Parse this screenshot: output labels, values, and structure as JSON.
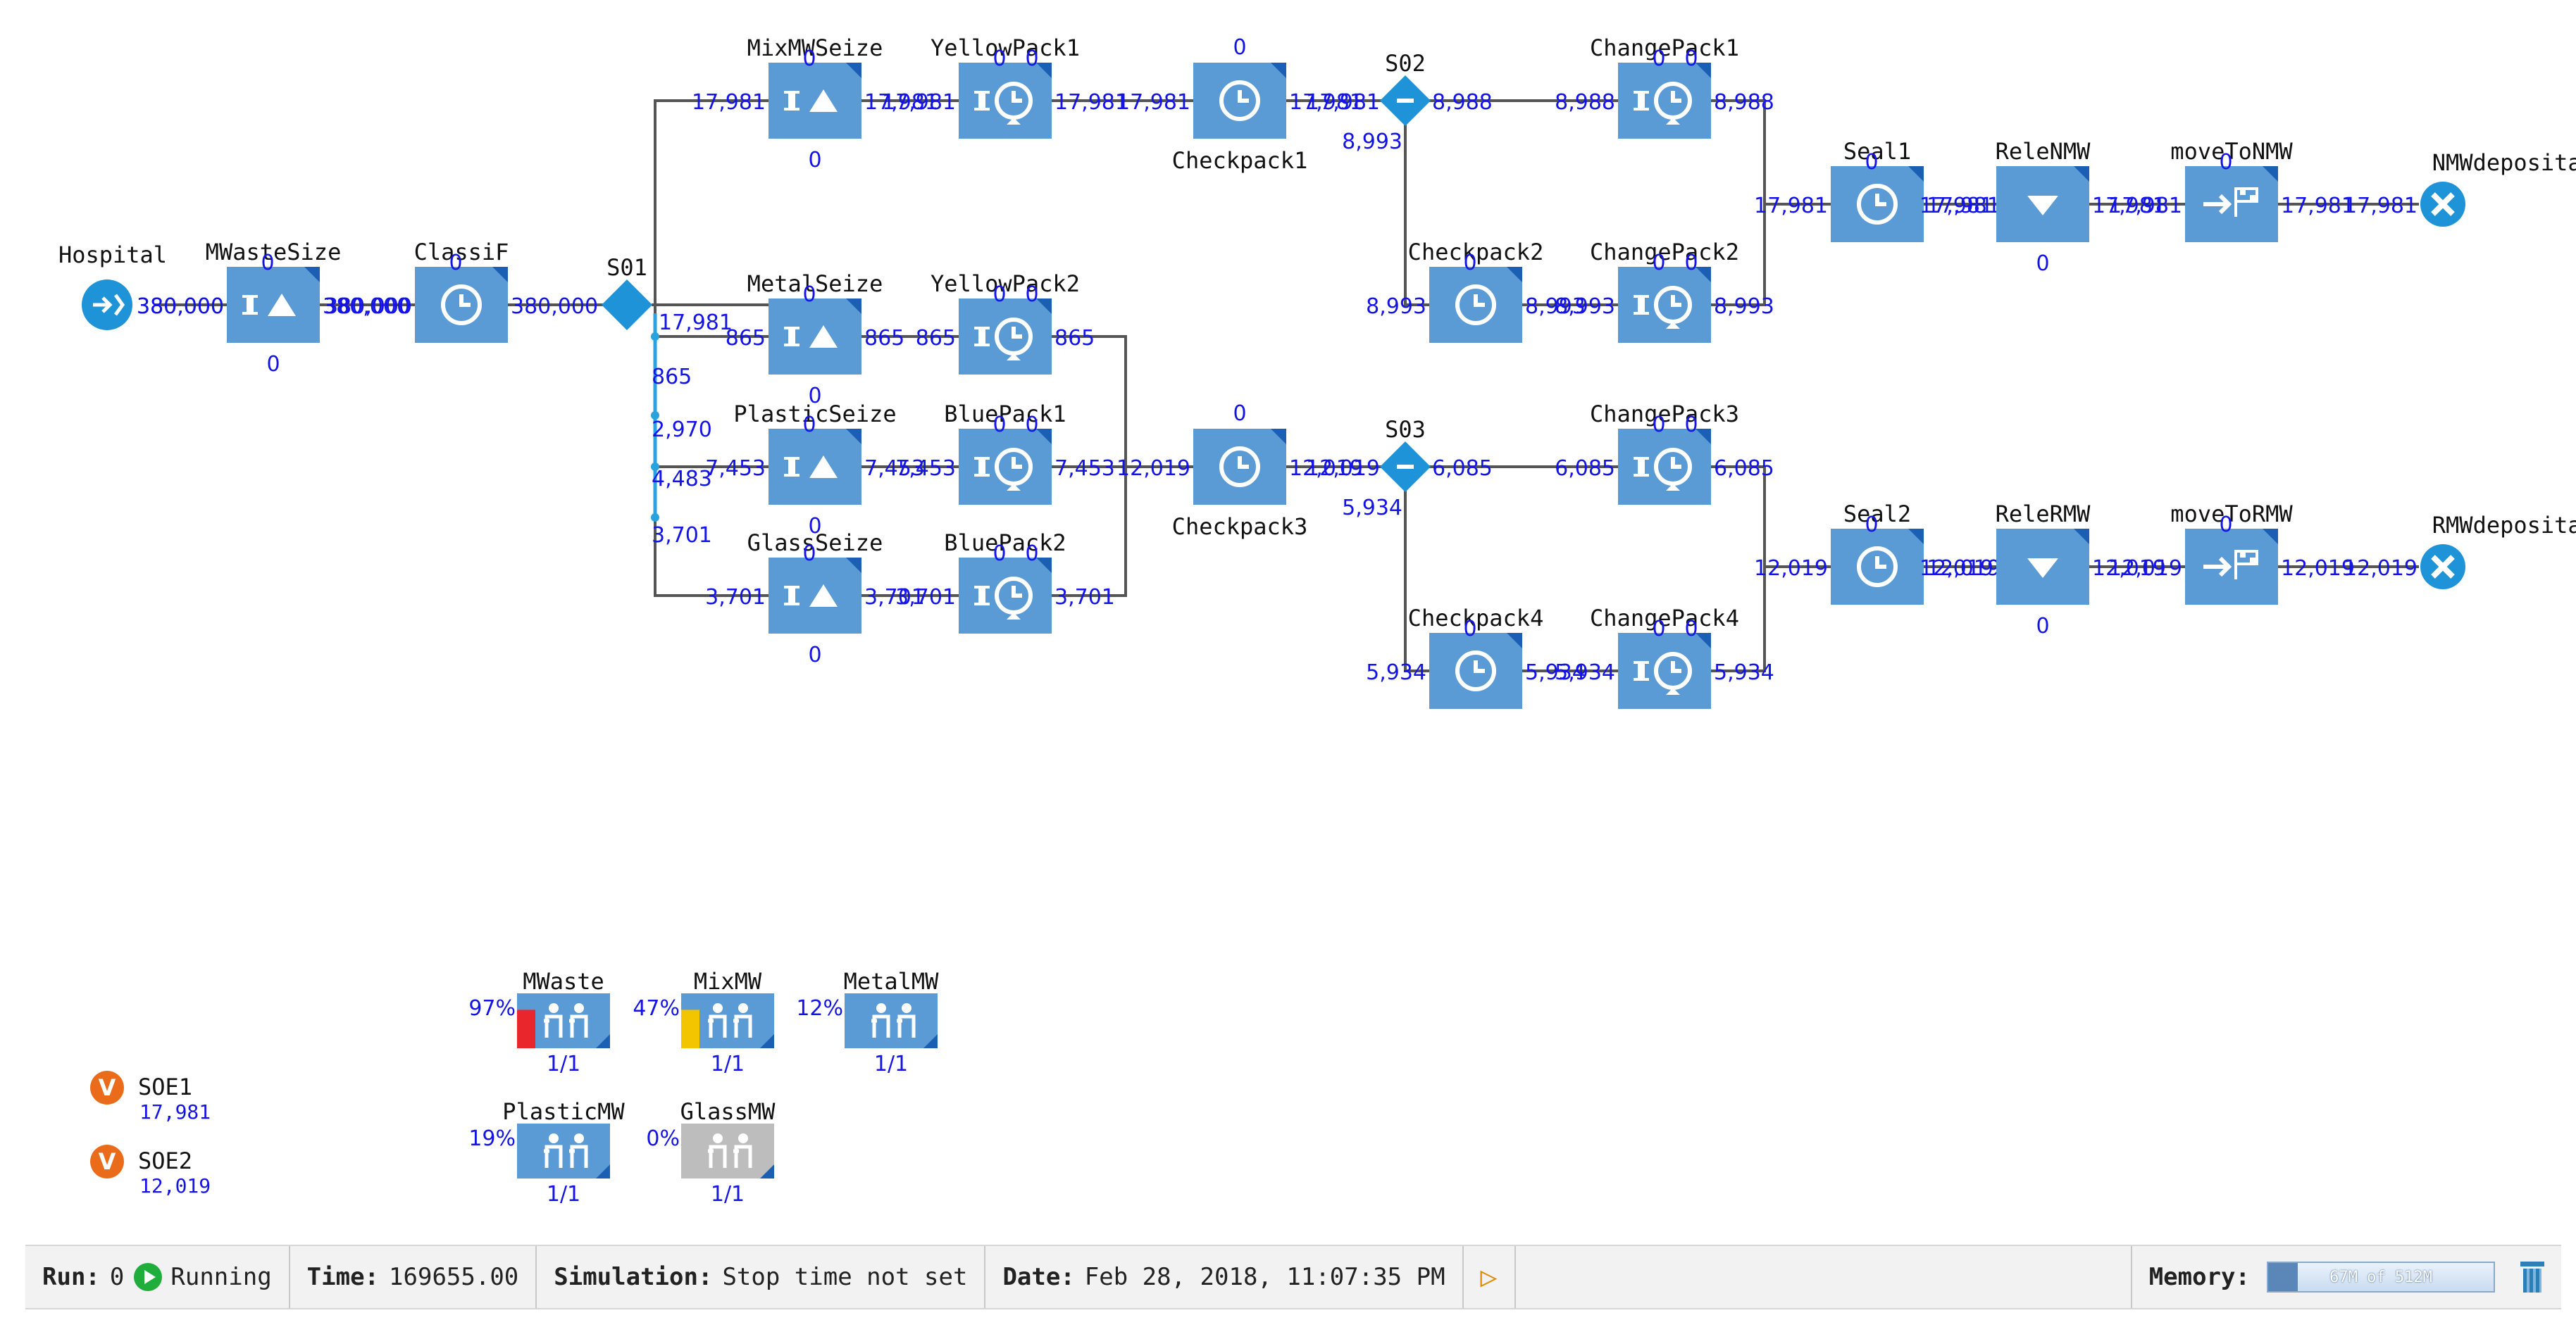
{
  "colors": {
    "block": "#5b9bd5",
    "connector": "#555555",
    "count": "#1414e6",
    "statusbar": "#f2f2f2"
  },
  "blocks": [
    {
      "id": "hospital",
      "name": "Hospital",
      "type": "source",
      "icon": "source-icon",
      "counts": [
        {
          "t": "380,000",
          "p": "r"
        }
      ]
    },
    {
      "id": "mwastesize",
      "name": "MWasteSize",
      "type": "seize",
      "icon": "seize-icon",
      "counts": [
        {
          "t": "380,000",
          "p": "l"
        },
        {
          "t": "380,000",
          "p": "r"
        },
        {
          "t": "0",
          "p": "b"
        },
        {
          "t": "0",
          "p": "n"
        }
      ]
    },
    {
      "id": "classif",
      "name": "ClassiF",
      "type": "delay",
      "icon": "clock-icon",
      "counts": [
        {
          "t": "380,000",
          "p": "l"
        },
        {
          "t": "380,000",
          "p": "r"
        },
        {
          "t": "0",
          "p": "n"
        }
      ]
    },
    {
      "id": "s01",
      "name": "S01",
      "type": "select",
      "icon": "select-diamond-icon",
      "counts": []
    },
    {
      "id": "mixmwseize",
      "name": "MixMWSeize",
      "type": "seize",
      "icon": "seize-icon",
      "counts": [
        {
          "t": "17,981",
          "p": "l"
        },
        {
          "t": "17,981",
          "p": "r"
        },
        {
          "t": "0",
          "p": "b"
        },
        {
          "t": "0",
          "p": "n"
        }
      ]
    },
    {
      "id": "yellowpack1",
      "name": "YellowPack1",
      "type": "delay-pack",
      "icon": "pack-clock-icon",
      "counts": [
        {
          "t": "17,981",
          "p": "l"
        },
        {
          "t": "17,981",
          "p": "r"
        },
        {
          "t": "0",
          "p": "n"
        },
        {
          "t": "0",
          "p": "n2"
        }
      ]
    },
    {
      "id": "checkpack1",
      "name": "Checkpack1",
      "type": "delay",
      "icon": "clock-icon",
      "counts": [
        {
          "t": "17,981",
          "p": "l"
        },
        {
          "t": "17,981",
          "p": "r"
        },
        {
          "t": "0",
          "p": "t"
        }
      ]
    },
    {
      "id": "s02",
      "name": "S02",
      "type": "select",
      "icon": "select-diamond-icon",
      "counts": [
        {
          "t": "17,981",
          "p": "l"
        },
        {
          "t": "8,988",
          "p": "r"
        },
        {
          "t": "8,993",
          "p": "b"
        }
      ]
    },
    {
      "id": "changepack1",
      "name": "ChangePack1",
      "type": "delay-pack",
      "icon": "pack-clock-icon",
      "counts": [
        {
          "t": "8,988",
          "p": "l"
        },
        {
          "t": "8,988",
          "p": "r"
        },
        {
          "t": "0",
          "p": "n"
        },
        {
          "t": "0",
          "p": "n2"
        }
      ]
    },
    {
      "id": "checkpack2",
      "name": "Checkpack2",
      "type": "delay",
      "icon": "clock-icon",
      "counts": [
        {
          "t": "8,993",
          "p": "l"
        },
        {
          "t": "8,993",
          "p": "r"
        },
        {
          "t": "0",
          "p": "n"
        }
      ]
    },
    {
      "id": "changepack2",
      "name": "ChangePack2",
      "type": "delay-pack",
      "icon": "pack-clock-icon",
      "counts": [
        {
          "t": "8,993",
          "p": "l"
        },
        {
          "t": "8,993",
          "p": "r"
        },
        {
          "t": "0",
          "p": "n"
        },
        {
          "t": "0",
          "p": "n2"
        }
      ]
    },
    {
      "id": "seal1",
      "name": "Seal1",
      "type": "delay",
      "icon": "clock-icon",
      "counts": [
        {
          "t": "17,981",
          "p": "l"
        },
        {
          "t": "17,981",
          "p": "r"
        },
        {
          "t": "0",
          "p": "n"
        }
      ]
    },
    {
      "id": "relenmw",
      "name": "ReleNMW",
      "type": "release",
      "icon": "release-icon",
      "counts": [
        {
          "t": "17,981",
          "p": "l"
        },
        {
          "t": "17,981",
          "p": "r"
        },
        {
          "t": "0",
          "p": "b"
        }
      ]
    },
    {
      "id": "movetonmw",
      "name": "moveToNMW",
      "type": "move",
      "icon": "move-flag-icon",
      "counts": [
        {
          "t": "17,981",
          "p": "l"
        },
        {
          "t": "17,981",
          "p": "r"
        },
        {
          "t": "0",
          "p": "n"
        }
      ]
    },
    {
      "id": "nmwdepositary",
      "name": "NMWdepositary",
      "type": "sink",
      "icon": "sink-icon",
      "counts": [
        {
          "t": "17,981",
          "p": "l"
        }
      ]
    },
    {
      "id": "metalseize",
      "name": "MetalSeize",
      "type": "seize",
      "icon": "seize-icon",
      "counts": [
        {
          "t": "865",
          "p": "l"
        },
        {
          "t": "865",
          "p": "r"
        },
        {
          "t": "0",
          "p": "b"
        },
        {
          "t": "0",
          "p": "n"
        }
      ]
    },
    {
      "id": "yellowpack2",
      "name": "YellowPack2",
      "type": "delay-pack",
      "icon": "pack-clock-icon",
      "counts": [
        {
          "t": "865",
          "p": "l"
        },
        {
          "t": "865",
          "p": "r"
        },
        {
          "t": "0",
          "p": "n"
        },
        {
          "t": "0",
          "p": "n2"
        }
      ]
    },
    {
      "id": "plasticseize",
      "name": "PlasticSeize",
      "type": "seize",
      "icon": "seize-icon",
      "counts": [
        {
          "t": "7,453",
          "p": "l"
        },
        {
          "t": "7,453",
          "p": "r"
        },
        {
          "t": "0",
          "p": "b"
        },
        {
          "t": "0",
          "p": "n"
        }
      ]
    },
    {
      "id": "bluepack1",
      "name": "BluePack1",
      "type": "delay-pack",
      "icon": "pack-clock-icon",
      "counts": [
        {
          "t": "7,453",
          "p": "l"
        },
        {
          "t": "7,453",
          "p": "r"
        },
        {
          "t": "0",
          "p": "n"
        },
        {
          "t": "0",
          "p": "n2"
        }
      ]
    },
    {
      "id": "glassseize",
      "name": "GlassSeize",
      "type": "seize",
      "icon": "seize-icon",
      "counts": [
        {
          "t": "3,701",
          "p": "l"
        },
        {
          "t": "3,701",
          "p": "r"
        },
        {
          "t": "0",
          "p": "b"
        },
        {
          "t": "0",
          "p": "n"
        }
      ]
    },
    {
      "id": "bluepack2",
      "name": "BluePack2",
      "type": "delay-pack",
      "icon": "pack-clock-icon",
      "counts": [
        {
          "t": "3,701",
          "p": "l"
        },
        {
          "t": "3,701",
          "p": "r"
        },
        {
          "t": "0",
          "p": "n"
        },
        {
          "t": "0",
          "p": "n2"
        }
      ]
    },
    {
      "id": "checkpack3",
      "name": "Checkpack3",
      "type": "delay",
      "icon": "clock-icon",
      "counts": [
        {
          "t": "12,019",
          "p": "l"
        },
        {
          "t": "12,019",
          "p": "r"
        },
        {
          "t": "0",
          "p": "t"
        }
      ]
    },
    {
      "id": "s03",
      "name": "S03",
      "type": "select",
      "icon": "select-diamond-icon",
      "counts": [
        {
          "t": "12,019",
          "p": "l"
        },
        {
          "t": "6,085",
          "p": "r"
        },
        {
          "t": "5,934",
          "p": "b"
        }
      ]
    },
    {
      "id": "changepack3",
      "name": "ChangePack3",
      "type": "delay-pack",
      "icon": "pack-clock-icon",
      "counts": [
        {
          "t": "6,085",
          "p": "l"
        },
        {
          "t": "6,085",
          "p": "r"
        },
        {
          "t": "0",
          "p": "n"
        },
        {
          "t": "0",
          "p": "n2"
        }
      ]
    },
    {
      "id": "checkpack4",
      "name": "Checkpack4",
      "type": "delay",
      "icon": "clock-icon",
      "counts": [
        {
          "t": "5,934",
          "p": "l"
        },
        {
          "t": "5,934",
          "p": "r"
        },
        {
          "t": "0",
          "p": "n"
        }
      ]
    },
    {
      "id": "changepack4",
      "name": "ChangePack4",
      "type": "delay-pack",
      "icon": "pack-clock-icon",
      "counts": [
        {
          "t": "5,934",
          "p": "l"
        },
        {
          "t": "5,934",
          "p": "r"
        },
        {
          "t": "0",
          "p": "n"
        },
        {
          "t": "0",
          "p": "n2"
        }
      ]
    },
    {
      "id": "seal2",
      "name": "Seal2",
      "type": "delay",
      "icon": "clock-icon",
      "counts": [
        {
          "t": "12,019",
          "p": "l"
        },
        {
          "t": "12,019",
          "p": "r"
        },
        {
          "t": "0",
          "p": "n"
        }
      ]
    },
    {
      "id": "relermw",
      "name": "ReleRMW",
      "type": "release",
      "icon": "release-icon",
      "counts": [
        {
          "t": "12,019",
          "p": "l"
        },
        {
          "t": "12,019",
          "p": "r"
        },
        {
          "t": "0",
          "p": "b"
        }
      ]
    },
    {
      "id": "movetormw",
      "name": "moveToRMW",
      "type": "move",
      "icon": "move-flag-icon",
      "counts": [
        {
          "t": "12,019",
          "p": "l"
        },
        {
          "t": "12,019",
          "p": "r"
        },
        {
          "t": "0",
          "p": "n"
        }
      ]
    },
    {
      "id": "rmwdepositary",
      "name": "RMWdepositary",
      "type": "sink",
      "icon": "sink-icon",
      "counts": [
        {
          "t": "12,019",
          "p": "l"
        }
      ]
    }
  ],
  "select_outputs": [
    "17,981",
    "865",
    "2,970",
    "4,483",
    "3,701"
  ],
  "resource_pools": [
    {
      "name": "MWaste",
      "percent": "97%",
      "utilization": 0.97,
      "fill": "#e8262c",
      "capacity": "1/1",
      "icon": "workers-icon"
    },
    {
      "name": "MixMW",
      "percent": "47%",
      "utilization": 0.47,
      "fill": "#f2c500",
      "capacity": "1/1",
      "icon": "workers-icon"
    },
    {
      "name": "MetalMW",
      "percent": "12%",
      "utilization": 0.12,
      "fill": "#5b9bd5",
      "capacity": "1/1",
      "icon": "workers-icon"
    },
    {
      "name": "PlasticMW",
      "percent": "19%",
      "utilization": 0.19,
      "fill": "#5b9bd5",
      "capacity": "1/1",
      "icon": "workers-icon"
    },
    {
      "name": "GlassMW",
      "percent": "0%",
      "utilization": 0,
      "fill": "#bdbdbd",
      "capacity": "1/1",
      "icon": "workers-icon"
    }
  ],
  "variables": [
    {
      "name": "SOE1",
      "value": "17,981",
      "icon": "variable-v-icon"
    },
    {
      "name": "SOE2",
      "value": "12,019",
      "icon": "variable-v-icon"
    }
  ],
  "statusbar": {
    "run_label": "Run:",
    "run_value": "0",
    "run_state": "Running",
    "time_label": "Time:",
    "time_value": "169655.00",
    "simulation_label": "Simulation:",
    "simulation_value": "Stop time not set",
    "date_label": "Date:",
    "date_value": "Feb 28, 2018, 11:07:35 PM",
    "memory_label": "Memory:",
    "memory_value": "67M of 512M",
    "memory_used": 0.13
  }
}
